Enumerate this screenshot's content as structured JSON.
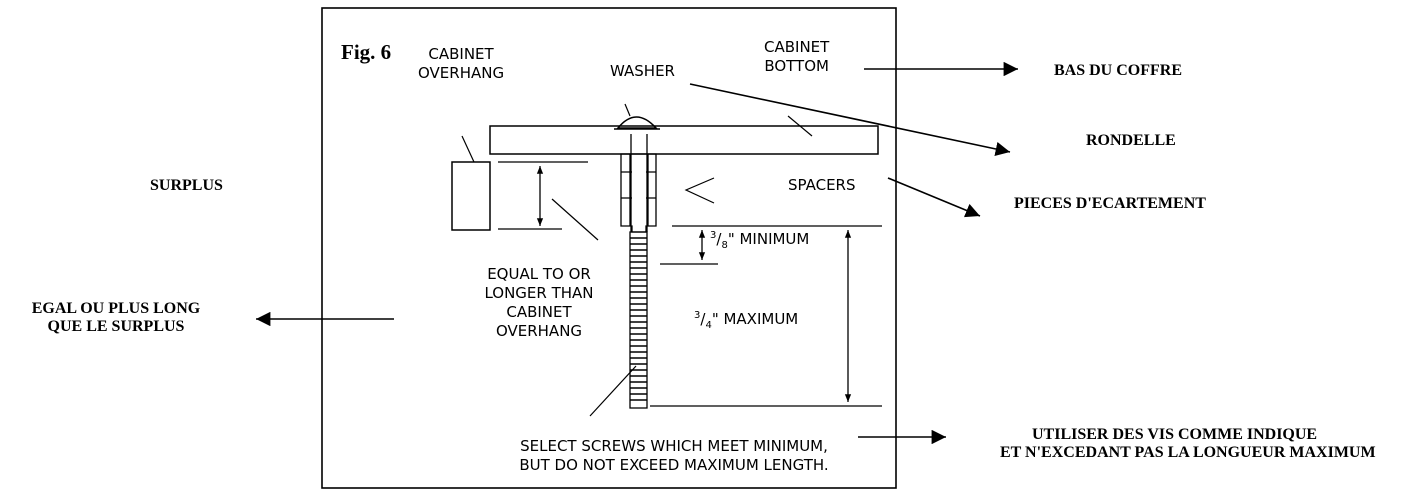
{
  "figure": {
    "label": "Fig. 6",
    "english": {
      "cabinet_overhang": [
        "CABINET",
        "OVERHANG"
      ],
      "washer": "WASHER",
      "cabinet_bottom": [
        "CABINET",
        "BOTTOM"
      ],
      "spacers": "SPACERS",
      "minimum": {
        "num": "3",
        "den": "8",
        "text": "\" MINIMUM"
      },
      "maximum": {
        "num": "3",
        "den": "4",
        "text": "\" MAXIMUM"
      },
      "equal_longer": [
        "EQUAL TO OR",
        "LONGER THAN",
        "CABINET",
        "OVERHANG"
      ],
      "select_screws": [
        "SELECT SCREWS WHICH MEET MINIMUM,",
        "BUT DO NOT EXCEED MAXIMUM LENGTH."
      ]
    },
    "french": {
      "bas_du_coffre": "BAS DU COFFRE",
      "rondelle": "RONDELLE",
      "surplus": "SURPLUS",
      "pieces": "PIECES D'ECARTEMENT",
      "egal": [
        "EGAL OU PLUS LONG",
        "QUE LE SURPLUS"
      ],
      "utiliser": [
        "UTILISER DES VIS COMME INDIQUE",
        "ET N'EXCEDANT PAS LA LONGUEUR MAXIMUM"
      ]
    }
  }
}
